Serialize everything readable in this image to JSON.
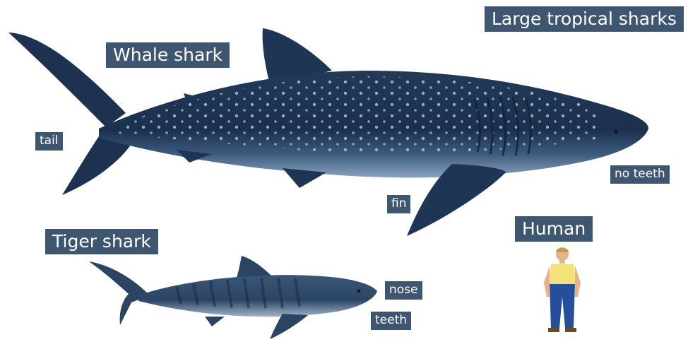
{
  "labels": {
    "title": "Large tropical sharks",
    "whale_shark": "Whale shark",
    "tiger_shark": "Tiger shark",
    "human": "Human",
    "tail": "tail",
    "fin": "fin",
    "no_teeth": "no teeth",
    "nose": "nose",
    "teeth": "teeth"
  },
  "colors": {
    "label_bg": "#3f5670",
    "label_text": "#ffffff",
    "whale_body": "#1f3552",
    "whale_belly": "#7f97b4",
    "whale_spots": "#a9c2db",
    "tiger_body": "#2e4766",
    "tiger_stripes": "#1a2c45",
    "human_shirt": "#f3e27a",
    "human_pants": "#254f9a"
  }
}
